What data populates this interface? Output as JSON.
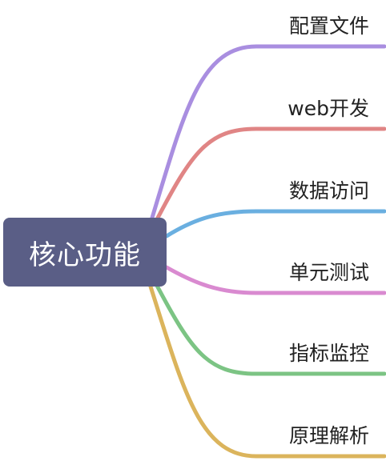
{
  "root": {
    "label": "核心功能",
    "color": "#5a5e86"
  },
  "branches": [
    {
      "label": "配置文件",
      "color": "#a98ee0"
    },
    {
      "label": "web开发",
      "color": "#e08585"
    },
    {
      "label": "数据访问",
      "color": "#6aafe0"
    },
    {
      "label": "单元测试",
      "color": "#d98ad0"
    },
    {
      "label": "指标监控",
      "color": "#7cc484"
    },
    {
      "label": "原理解析",
      "color": "#dbb45c"
    }
  ]
}
